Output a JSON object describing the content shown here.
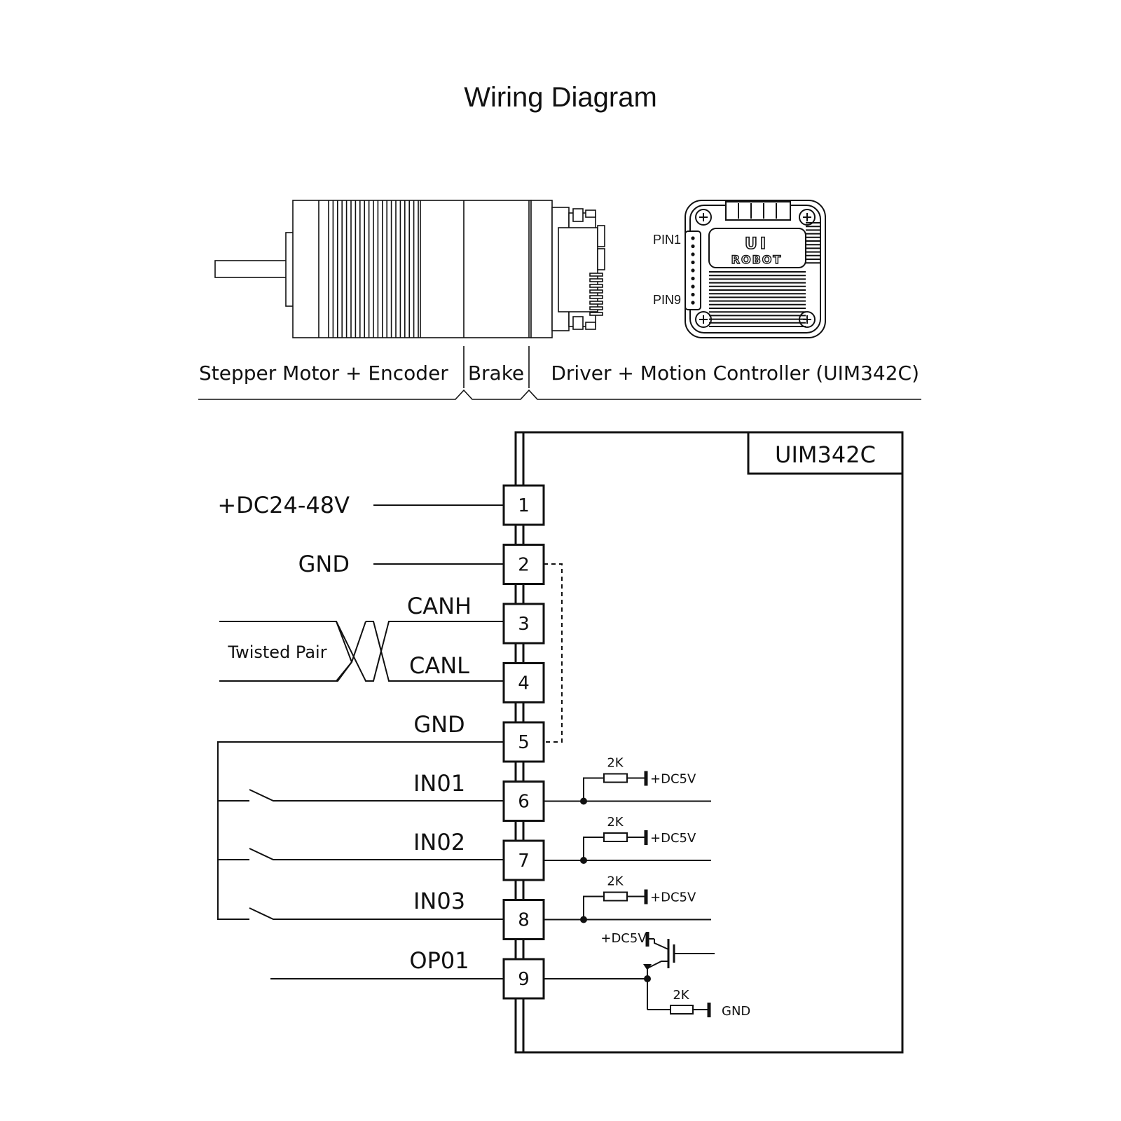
{
  "title": "Wiring Diagram",
  "device": {
    "pin1_label": "PIN1",
    "pin9_label": "PIN9",
    "logo_top": "UI",
    "logo_bottom": "ROBOT"
  },
  "sections": {
    "motor": "Stepper Motor + Encoder",
    "brake": "Brake",
    "driver": "Driver + Motion Controller (UIM342C)"
  },
  "module_name": "UIM342C",
  "pins": [
    {
      "number": "1",
      "signal": "+DC24-48V"
    },
    {
      "number": "2",
      "signal": "GND"
    },
    {
      "number": "3",
      "signal": "CANH"
    },
    {
      "number": "4",
      "signal": "CANL"
    },
    {
      "number": "5",
      "signal": "GND"
    },
    {
      "number": "6",
      "signal": "IN01"
    },
    {
      "number": "7",
      "signal": "IN02"
    },
    {
      "number": "8",
      "signal": "IN03"
    },
    {
      "number": "9",
      "signal": "OP01"
    }
  ],
  "twisted_pair_label": "Twisted Pair",
  "circuit": {
    "resistor_value": "2K",
    "supply_label": "+DC5V",
    "ground_label": "GND"
  }
}
